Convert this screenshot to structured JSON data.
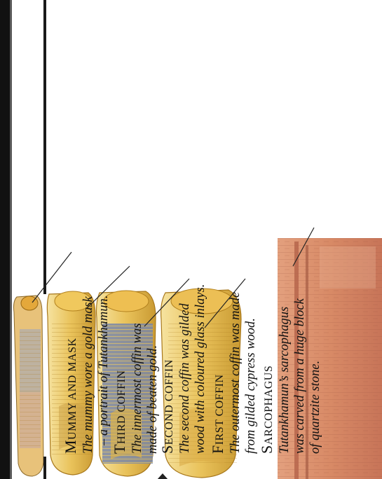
{
  "labels": [
    {
      "id": "mummy",
      "title": "Mummy and mask",
      "lines": [
        "The mummy wore a gold mask",
        "– a portrait of Tutankhamun."
      ]
    },
    {
      "id": "third",
      "title": "Third coffin",
      "lines": [
        "The innermost coffin was",
        "made of beaten gold."
      ]
    },
    {
      "id": "second",
      "title": "Second coffin",
      "lines": [
        "The second coffin was gilded",
        "wood with coloured glass inlays."
      ]
    },
    {
      "id": "first",
      "title": "First coffin",
      "lines": [
        "The outermost coffin was made",
        "from gilded cypress wood."
      ]
    },
    {
      "id": "sarcophagus",
      "title": "Sarcophagus",
      "lines": [
        "Tutankhamun’s sarcophagus",
        "was carved from a huge block",
        "of quartzite stone."
      ]
    }
  ],
  "colors": {
    "gold_light": "#f3d98a",
    "gold_mid": "#e2b545",
    "gold_dark": "#b9821e",
    "inlay_blue": "#5d6f98",
    "quartzite": "#d98a6a",
    "quartzite_dark": "#b4634a",
    "ink": "#111111"
  }
}
